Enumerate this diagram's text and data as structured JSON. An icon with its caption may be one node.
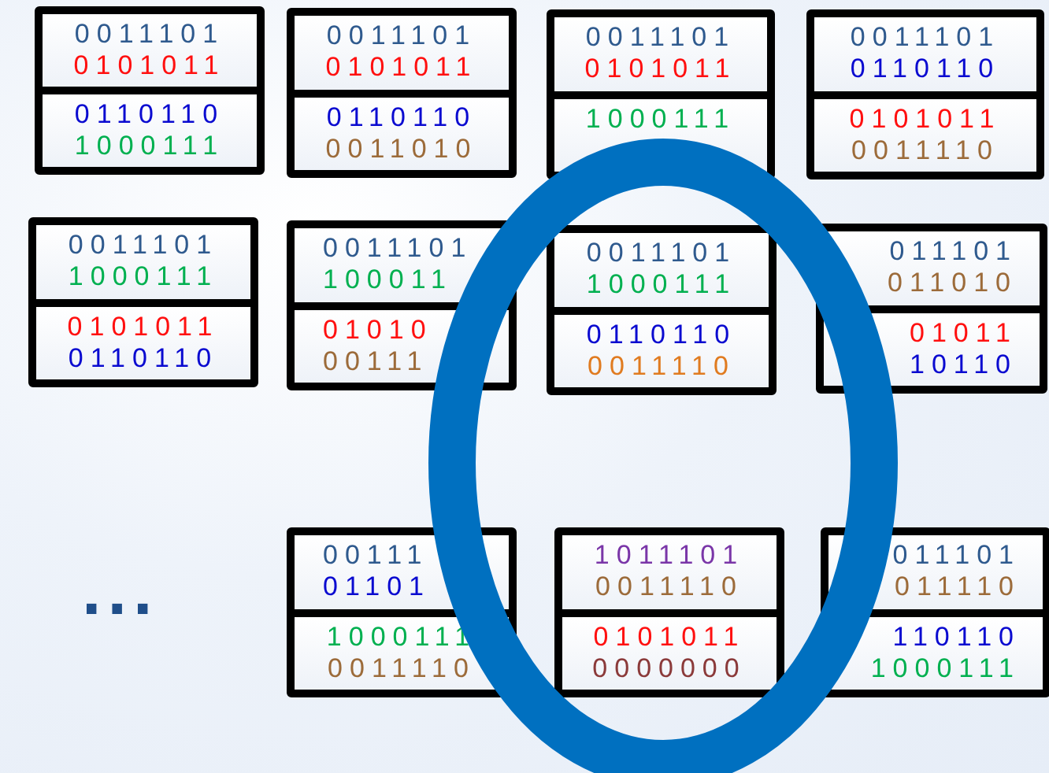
{
  "diagram": {
    "nodes": [
      {
        "text": [],
        "shape": "box"
      },
      {
        "text": [
          "0011101",
          "0101011"
        ],
        "in": 0
      },
      {
        "text": [
          "0110110",
          "1000111"
        ],
        "in": 0
      },
      {
        "text": [],
        "shape": "box"
      },
      {
        "text": [
          "0011101",
          "0101011"
        ],
        "in": 3
      },
      {
        "text": [
          "0110110",
          "0011010"
        ],
        "in": 3
      },
      {
        "text": [],
        "shape": "box"
      },
      {
        "text": [
          "0011101",
          "0101011"
        ],
        "in": 6
      },
      {
        "text": [
          "1000111"
        ],
        "in": 6
      },
      {
        "text": [],
        "shape": "box"
      },
      {
        "text": [
          "0011101",
          "0110110"
        ],
        "in": 9
      },
      {
        "text": [
          "0101011",
          "0011110"
        ],
        "in": 9
      },
      {
        "text": [],
        "shape": "box"
      },
      {
        "text": [
          "0011101",
          "1000111"
        ],
        "in": 12
      },
      {
        "text": [
          "0101011",
          "0110110"
        ],
        "in": 12
      },
      {
        "text": [],
        "shape": "box"
      },
      {
        "text": [
          "0011101",
          "100011"
        ],
        "in": 15
      },
      {
        "text": [
          "01010",
          "00111"
        ],
        "in": 15
      },
      {
        "text": [],
        "shape": "box"
      },
      {
        "text": [
          "0011101",
          "1000111"
        ],
        "in": 18
      },
      {
        "text": [
          "0110110",
          "0011110"
        ],
        "in": 18
      },
      {
        "text": [],
        "shape": "box"
      },
      {
        "text": [
          "011101",
          "011010"
        ],
        "in": 21
      },
      {
        "text": [
          "01011",
          "10110"
        ],
        "in": 21
      },
      {
        "text": [],
        "shape": "box"
      },
      {
        "text": [
          "00111",
          "01101"
        ],
        "in": 24
      },
      {
        "text": [
          "1000111",
          "0011110"
        ],
        "in": 24
      },
      {
        "text": [],
        "shape": "box"
      },
      {
        "text": [
          "1011101",
          "0011110"
        ],
        "in": 27
      },
      {
        "text": [
          "0101011",
          "0000000"
        ],
        "in": 27
      },
      {
        "text": [],
        "shape": "box"
      },
      {
        "text": [
          "011101",
          "011110"
        ],
        "in": 30
      },
      {
        "text": [
          "110110",
          "1000111"
        ],
        "in": 30
      }
    ],
    "edges": [],
    "labels": [
      "..."
    ]
  }
}
